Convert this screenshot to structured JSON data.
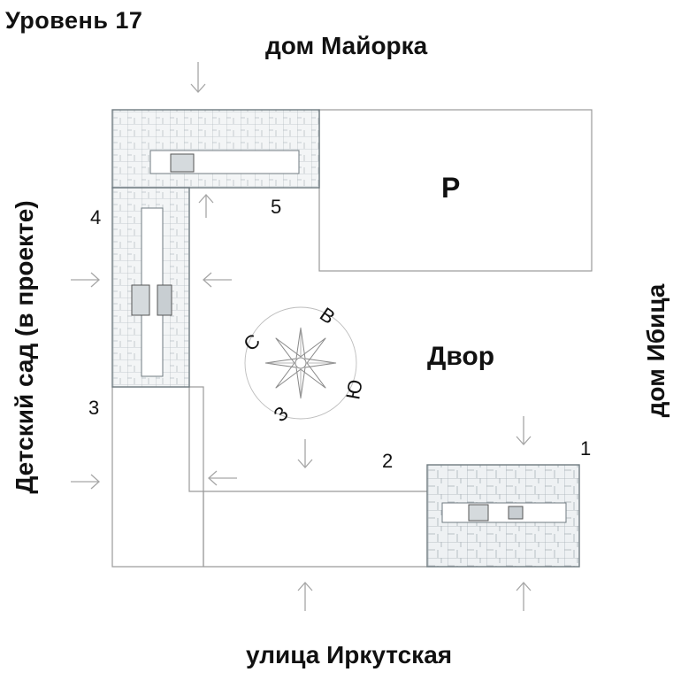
{
  "level": {
    "title": "Уровень 17"
  },
  "streets": {
    "top": "дом Майорка",
    "bottom": "улица Иркутская",
    "right": "дом Ибица",
    "left": "Детский сад (в проекте)"
  },
  "zones": {
    "parking": "P",
    "yard": "Двор"
  },
  "sections": [
    "1",
    "2",
    "3",
    "4",
    "5"
  ],
  "compass": {
    "n": "С",
    "e": "В",
    "s": "Ю",
    "w": "З"
  },
  "icons": {
    "arrow": "arrow-icon",
    "compass": "compass-rose-icon"
  }
}
